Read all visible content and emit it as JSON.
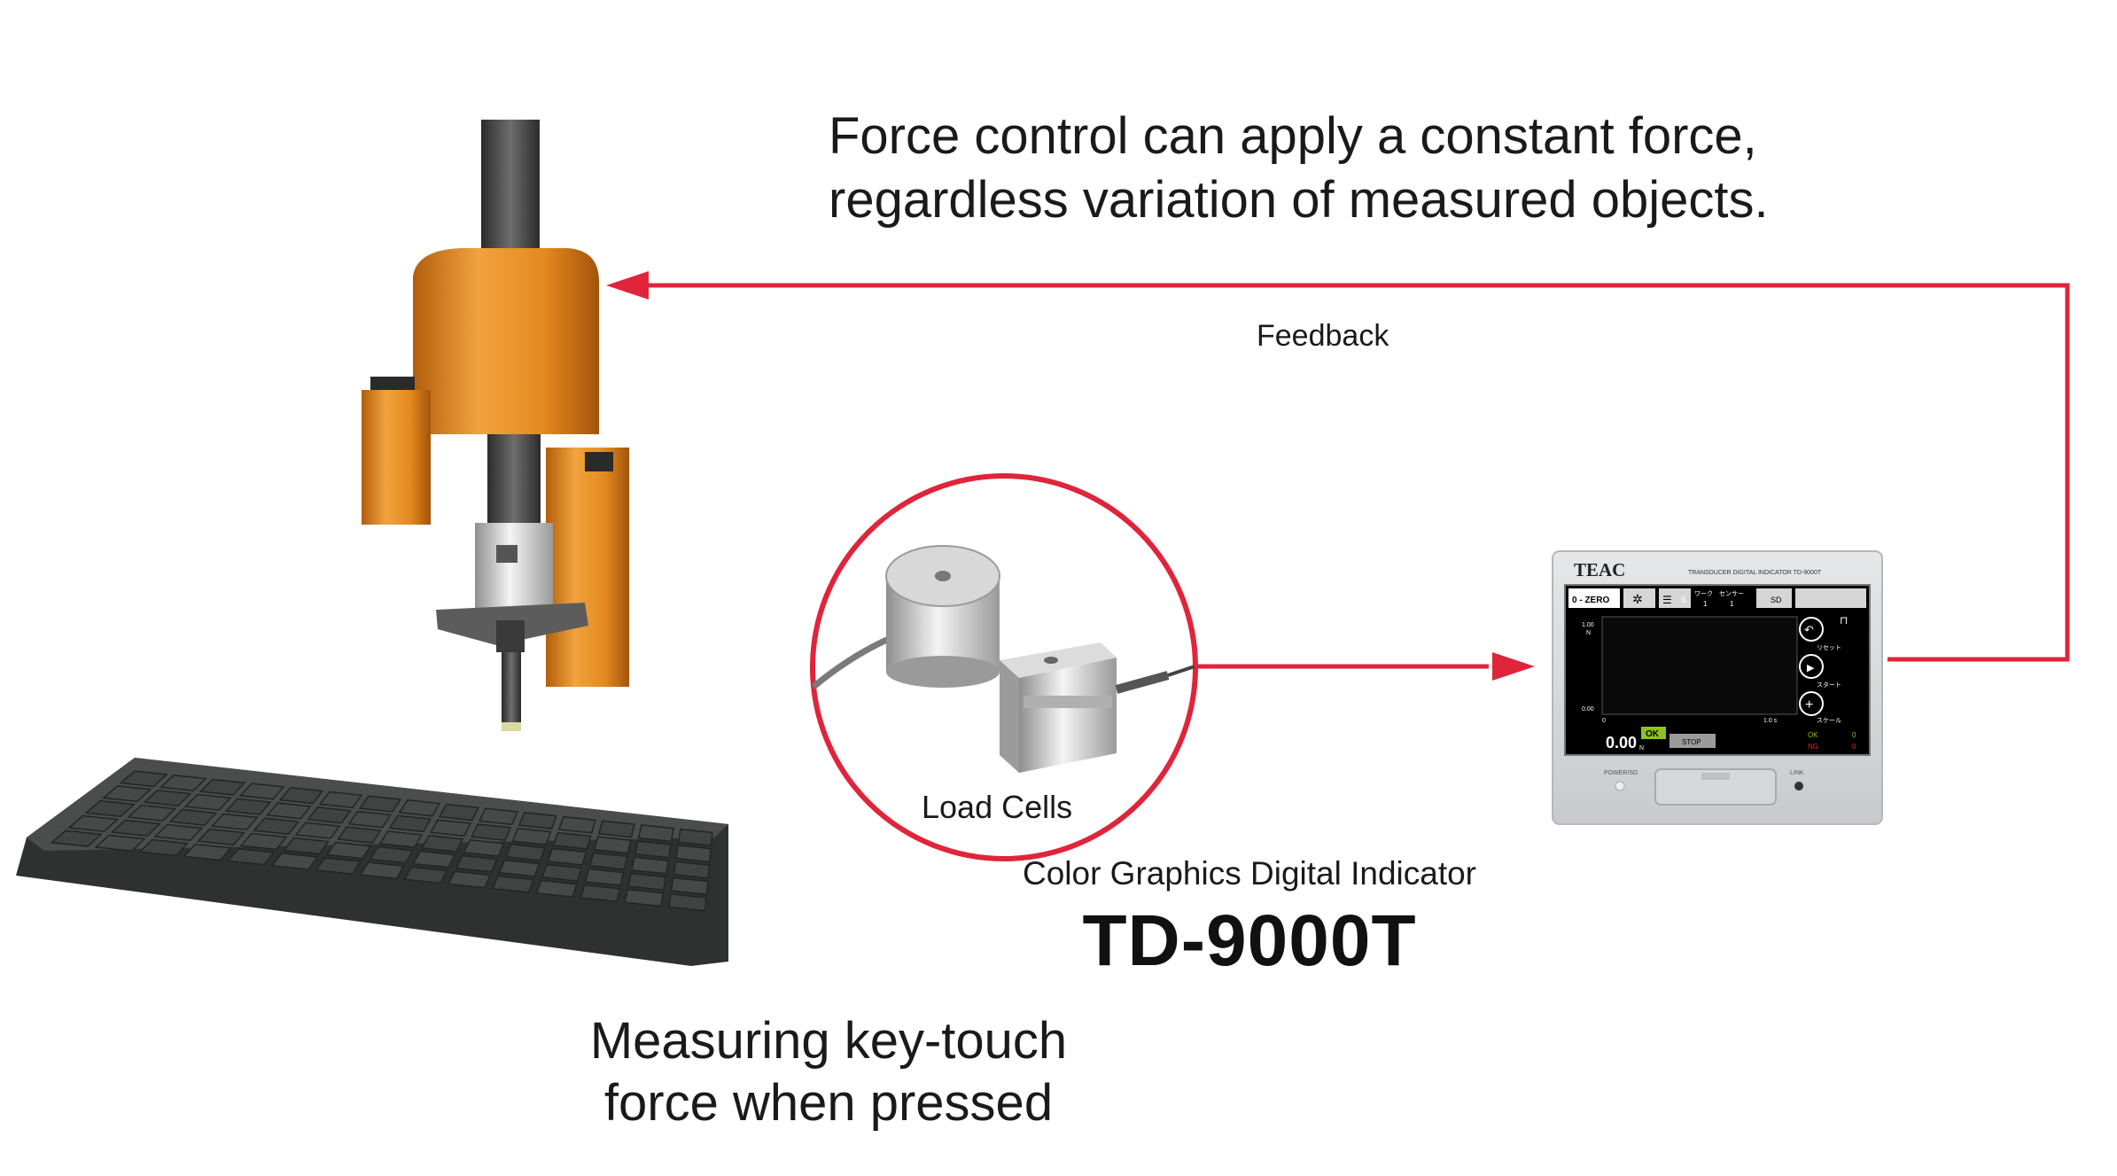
{
  "headline": {
    "line1": "Force control can apply a constant force,",
    "line2": "regardless variation of measured objects."
  },
  "feedback_label": "Feedback",
  "load_cells_label": "Load Cells",
  "indicator": {
    "caption": "Color Graphics Digital Indicator",
    "model": "TD-9000T",
    "brand": "TEAC",
    "device_title": "TRANSDUCER DIGITAL INDICATOR  TD-9000T",
    "screen": {
      "zero_button": "0 - ZERO",
      "number_6": "6",
      "work_label": "ワーク",
      "work_value": "1",
      "sensor_label": "センサー",
      "sensor_value": "1",
      "sd_label": "SD",
      "y_max": "1.00",
      "y_unit": "N",
      "y_min": "0.00",
      "x_min": "0",
      "x_max": "1.0 s",
      "reading_value": "0.00",
      "reading_unit": "N",
      "ok_badge": "OK",
      "stop_button": "STOP",
      "reset_label": "リセット",
      "start_label": "スタート",
      "scale_label": "スケール",
      "ok_count_label": "OK",
      "ok_count": "0",
      "ng_count_label": "NG",
      "ng_count": "0"
    },
    "power_label": "POWER/SD",
    "link_label": "LINK"
  },
  "measurement_caption": {
    "line1": "Measuring key-touch",
    "line2": "force when pressed"
  },
  "colors": {
    "arrow": "#e0243a",
    "actuator": "#e58a1f",
    "keyboard": "#3a3d3c",
    "screen_bg": "#000000",
    "ok_green": "#8dc21f"
  }
}
